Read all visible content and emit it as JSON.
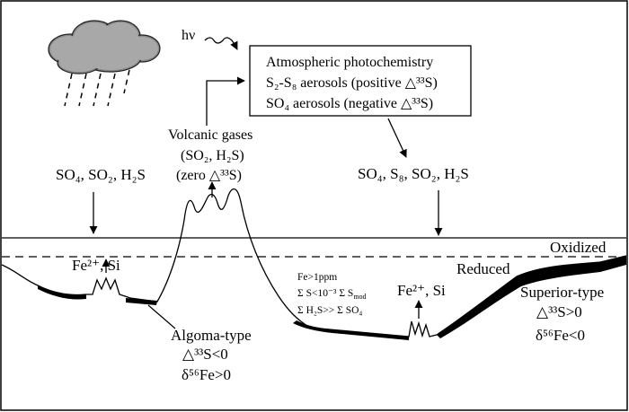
{
  "diagram": {
    "photon_label": "hν",
    "atmosphere_box": {
      "line1": "Atmospheric photochemistry",
      "line2": "S₂-S₈ aerosols (positive △³³S)",
      "line3": "SO₄ aerosols (negative △³³S)"
    },
    "volcanic_gases": {
      "line1": "Volcanic gases",
      "line2": "(SO₂, H₂S)",
      "line3": "(zero △³³S)"
    },
    "left_deposition": "SO₄, SO₂, H₂S",
    "right_deposition": "SO₄, S₈, SO₂, H₂S",
    "left_vent_label": "Fe²⁺, Si",
    "right_vent_label": "Fe²⁺, Si",
    "oxidized_label": "Oxidized",
    "reduced_label": "Reduced",
    "ocean_chemistry": {
      "line1": "Fe>1ppm",
      "line2": "Σ S<10⁻³ Σ S",
      "line2_sub": "mod",
      "line3": "Σ H₂S>> Σ SO₄"
    },
    "algoma": {
      "name": "Algoma-type",
      "s33": "△³³S<0",
      "fe56": "δ⁵⁶Fe>0"
    },
    "superior": {
      "name": "Superior-type",
      "s33": "△³³S>0",
      "fe56": "δ⁵⁶Fe<0"
    }
  }
}
